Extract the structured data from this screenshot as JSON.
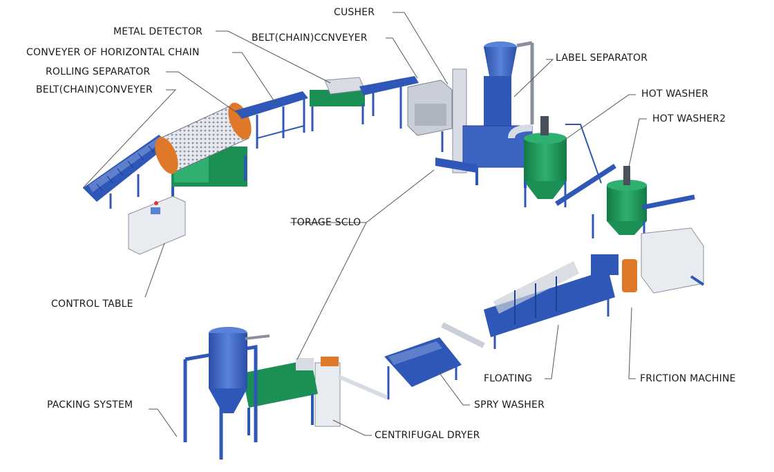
{
  "labels": {
    "cusher": "CUSHER",
    "metal_detector": "METAL DETECTOR",
    "belt_chain_ccnveyer": "BELT(CHAIN)CCNVEYER",
    "conveyer_horizontal_chain": "CONVEYER OF HORIZONTAL CHAIN",
    "rolling_separator": "ROLLING SEPARATOR",
    "belt_chain_conveyer": "BELT(CHAIN)CONVEYER",
    "label_separator": "LABEL SEPARATOR",
    "hot_washer": "HOT WASHER",
    "hot_washer2": "HOT WASHER2",
    "torage_sclo": "TORAGE SCLO",
    "control_table": "CONTROL TABLE",
    "packing_system": "PACKING SYSTEM",
    "floating": "FLOATING",
    "friction_machine": "FRICTION MACHINE",
    "spry_washer": "SPRY WASHER",
    "centrifugal_dryer": "CENTRIFUGAL DRYER"
  },
  "colors": {
    "frame_blue": "#2f57b8",
    "frame_blue_dark": "#1f3f90",
    "tank_green": "#1c8f55",
    "drum_orange": "#e0782a",
    "panel_grey": "#d7dce4",
    "leader_line": "#555555",
    "text": "#1a1a1a"
  }
}
